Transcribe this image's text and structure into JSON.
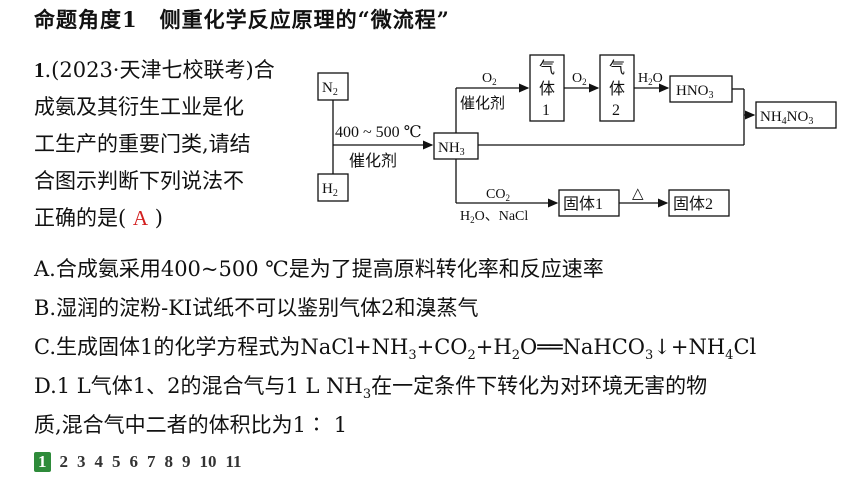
{
  "heading": {
    "part1": "命题角度1",
    "part2": "侧重化学反应原理的“微流程”"
  },
  "question": {
    "number": "1",
    "source": ".(2023·天津七校联考)",
    "stem_lines": [
      "合",
      "成氨及其衍生工业是化",
      "工生产的重要门类,请结",
      "合图示判断下列说法不",
      "正确的是(  "
    ],
    "answer": "A",
    "close": " )"
  },
  "diagram": {
    "n2": "N",
    "n2_sub": "2",
    "h2": "H",
    "h2_sub": "2",
    "conditions": "400 ~ 500 ℃",
    "catalyst": "催化剂",
    "nh3": "NH",
    "nh3_sub": "3",
    "o2": "O",
    "o2_sub": "2",
    "catalyst2": "催化剂",
    "gas1": [
      "气",
      "体",
      "1"
    ],
    "gas2": [
      "气",
      "体",
      "2"
    ],
    "o2b": "O",
    "o2b_sub": "2",
    "h2o": "H",
    "h2o_sub": "2",
    "h2o_end": "O",
    "hno3": "HNO",
    "hno3_sub": "3",
    "nh4no3_a": "NH",
    "nh4no3_sub": "4",
    "nh4no3_b": "NO",
    "nh4no3_sub2": "3",
    "co2": "CO",
    "co2_sub": "2",
    "h2o_nacl": "H",
    "h2o_nacl_sub": "2",
    "h2o_nacl_end": "O、NaCl",
    "solid1": "固体1",
    "delta": "△",
    "solid2": "固体2"
  },
  "options": {
    "a": "A.合成氨采用400~500 ℃是为了提高原料转化率和反应速率",
    "b": "B.湿润的淀粉-KI试纸不可以鉴别气体2和溴蒸气",
    "c_pre": "C.生成固体1的化学方程式为NaCl+NH",
    "c_s1": "3",
    "c_m1": "+CO",
    "c_s2": "2",
    "c_m2": "+H",
    "c_s3": "2",
    "c_m3": "O══NaHCO",
    "c_s4": "3",
    "c_m4": "↓+NH",
    "c_s5": "4",
    "c_end": "Cl",
    "d1_pre": "D.1 L气体1、2的混合气与1 L NH",
    "d1_sub": "3",
    "d1_end": "在一定条件下转化为对环境无害的物",
    "d2": "质,混合气中二者的体积比为1∶ 1"
  },
  "pager": {
    "items": [
      "1",
      "2",
      "3",
      "4",
      "5",
      "6",
      "7",
      "8",
      "9",
      "10",
      "11"
    ],
    "current": "1"
  }
}
